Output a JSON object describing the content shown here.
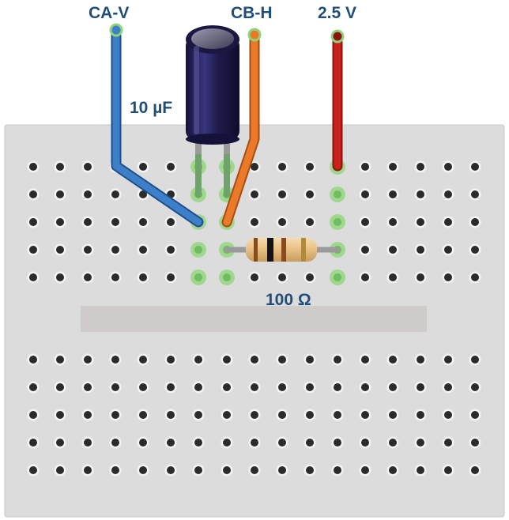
{
  "labels": {
    "ca_v": "CA-V",
    "cb_h": "CB-H",
    "supply": "2.5 V",
    "capacitor": "10 µF",
    "resistor": "100 Ω"
  },
  "colors": {
    "label_text": "#1f4e79",
    "board": "#dcdcdc",
    "board_border": "#c4c4c4",
    "channel": "#cfcbcb",
    "hole": "#2b2b2b",
    "hole_ring": "#ffffff",
    "active_hole_glow": "#8fd47a",
    "wire_blue": "#3d7fc9",
    "wire_orange": "#ea7a2a",
    "wire_red": "#c8221b",
    "capacitor_body": "#1f1b4b",
    "capacitor_leg": "#6fa36b",
    "resistor_body": "#e8c48a"
  },
  "components": {
    "capacitor_icon": "electrolytic-capacitor-icon",
    "resistor_icon": "resistor-icon"
  }
}
